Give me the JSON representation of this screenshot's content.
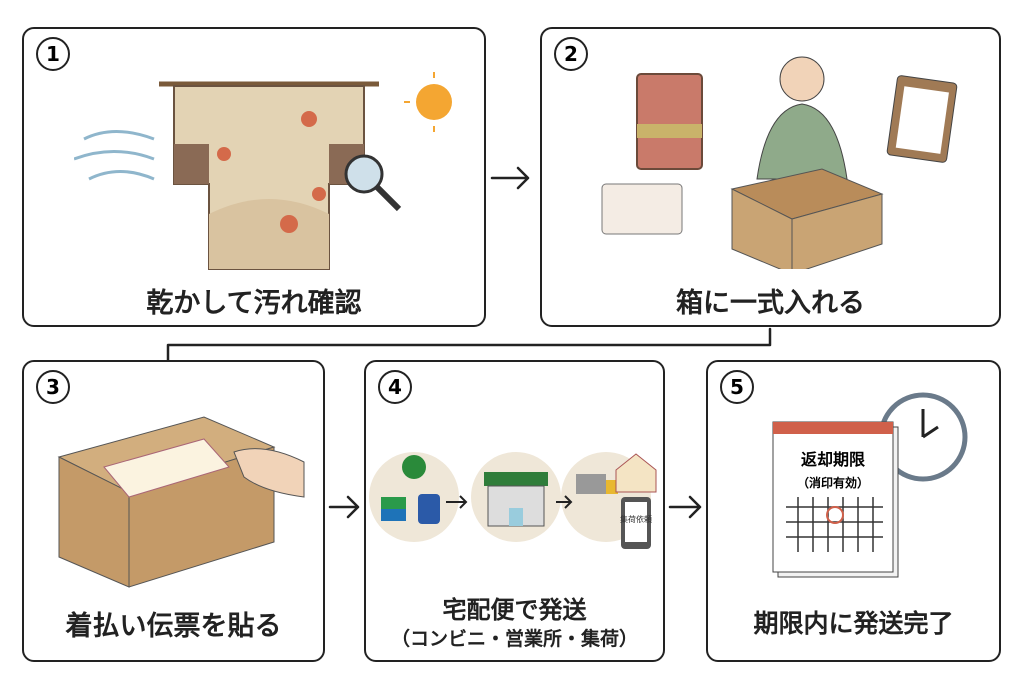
{
  "steps": [
    {
      "number": "1",
      "caption": "乾かして汚れ確認"
    },
    {
      "number": "2",
      "caption": "箱に一式入れる"
    },
    {
      "number": "3",
      "caption": "着払い伝票を貼る"
    },
    {
      "number": "4",
      "caption": "宅配便で発送",
      "subcaption": "（コンビニ・営業所・集荷）",
      "phone_text": "集荷依頼"
    },
    {
      "number": "5",
      "caption": "期限内に発送完了",
      "calendar_title": "返却期限",
      "calendar_note": "（消印有効）"
    }
  ],
  "colors": {
    "border": "#222222",
    "kimono": "#e3d3b4",
    "box": "#c9a474",
    "circle_bg": "#efe7d8",
    "calendar_red": "#d0604a"
  }
}
